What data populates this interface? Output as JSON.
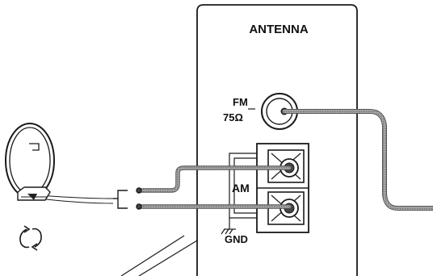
{
  "panel": {
    "title": "ANTENNA",
    "fm_label_line1": "FM",
    "fm_label_line2": "75Ω",
    "am_label": "AM",
    "gnd_label": "GND"
  },
  "icons": {
    "loop_antenna": "am-loop-antenna-icon",
    "rotate": "rotate-arrows-icon",
    "ground": "ground-symbol-icon"
  },
  "colors": {
    "line": "#1a1a1a",
    "cable": "#8c8c8c",
    "cable_dark": "#5a5a5a",
    "panel_fill": "#ffffff"
  }
}
